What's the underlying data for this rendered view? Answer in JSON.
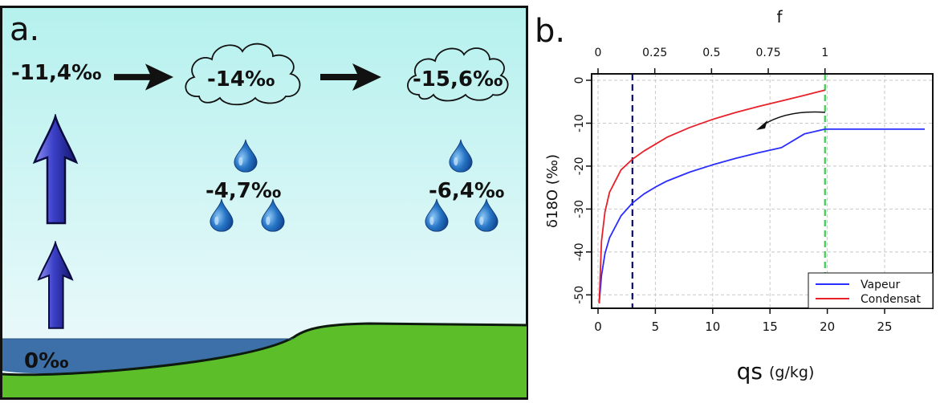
{
  "panel_a": {
    "label": "a.",
    "colors": {
      "sky_top": "#b9f3ef",
      "sky_bottom": "#eef9fb",
      "water": "#3d6fa8",
      "land": "#5cbf2a",
      "arrow": "#3a3fc4",
      "drop": "#1f63b4"
    },
    "source_value": "-11,4‰",
    "cloud1_value": "-14‰",
    "cloud2_value": "-15,6‰",
    "rain1_value": "-4,7‰",
    "rain2_value": "-6,4‰",
    "ocean_value": "0‰"
  },
  "panel_b": {
    "label": "b.",
    "chart_data": {
      "type": "line",
      "top_axis_label": "f",
      "top_ticks": [
        "0",
        "0.25",
        "0.5",
        "0.75",
        "1"
      ],
      "xlabel_main": "qs",
      "xlabel_unit": "(g/kg)",
      "xticks": [
        "0",
        "5",
        "10",
        "15",
        "20",
        "25"
      ],
      "yticks": [
        "0",
        "-10",
        "-20",
        "-30",
        "-40",
        "-50"
      ],
      "ylabel": "δ18O (‰)",
      "xlim": [
        0,
        28.5
      ],
      "ylim": [
        -52,
        0
      ],
      "grid": true,
      "legend_position": "bottom-right",
      "series": [
        {
          "name": "Vapeur",
          "color": "#2a2dff",
          "x": [
            0.1,
            0.3,
            0.6,
            1.0,
            2.0,
            3.0,
            4.0,
            5.0,
            6.0,
            8.0,
            10.0,
            12.0,
            14.0,
            16.0,
            18.0,
            19.8,
            28.5
          ],
          "y": [
            -52.0,
            -45.5,
            -40.4,
            -36.7,
            -31.6,
            -28.6,
            -26.5,
            -24.9,
            -23.5,
            -21.4,
            -19.7,
            -18.2,
            -16.9,
            -15.7,
            -12.5,
            -11.4,
            -11.4
          ]
        },
        {
          "name": "Condensat",
          "color": "#e8202a",
          "x": [
            0.1,
            0.3,
            0.6,
            1.0,
            2.0,
            3.0,
            4.0,
            5.0,
            6.0,
            8.0,
            10.0,
            12.0,
            14.0,
            16.0,
            18.0,
            19.8
          ],
          "y": [
            -52.0,
            -37.5,
            -30.7,
            -26.1,
            -20.9,
            -18.4,
            -16.5,
            -14.9,
            -13.3,
            -11.0,
            -9.1,
            -7.5,
            -6.1,
            -4.8,
            -3.5,
            -2.3
          ]
        }
      ],
      "vlines": [
        {
          "x": 3.0,
          "color": "#0a0a7a",
          "style": "dashed"
        },
        {
          "x": 19.8,
          "color": "#35d14a",
          "style": "dashed"
        }
      ]
    }
  }
}
